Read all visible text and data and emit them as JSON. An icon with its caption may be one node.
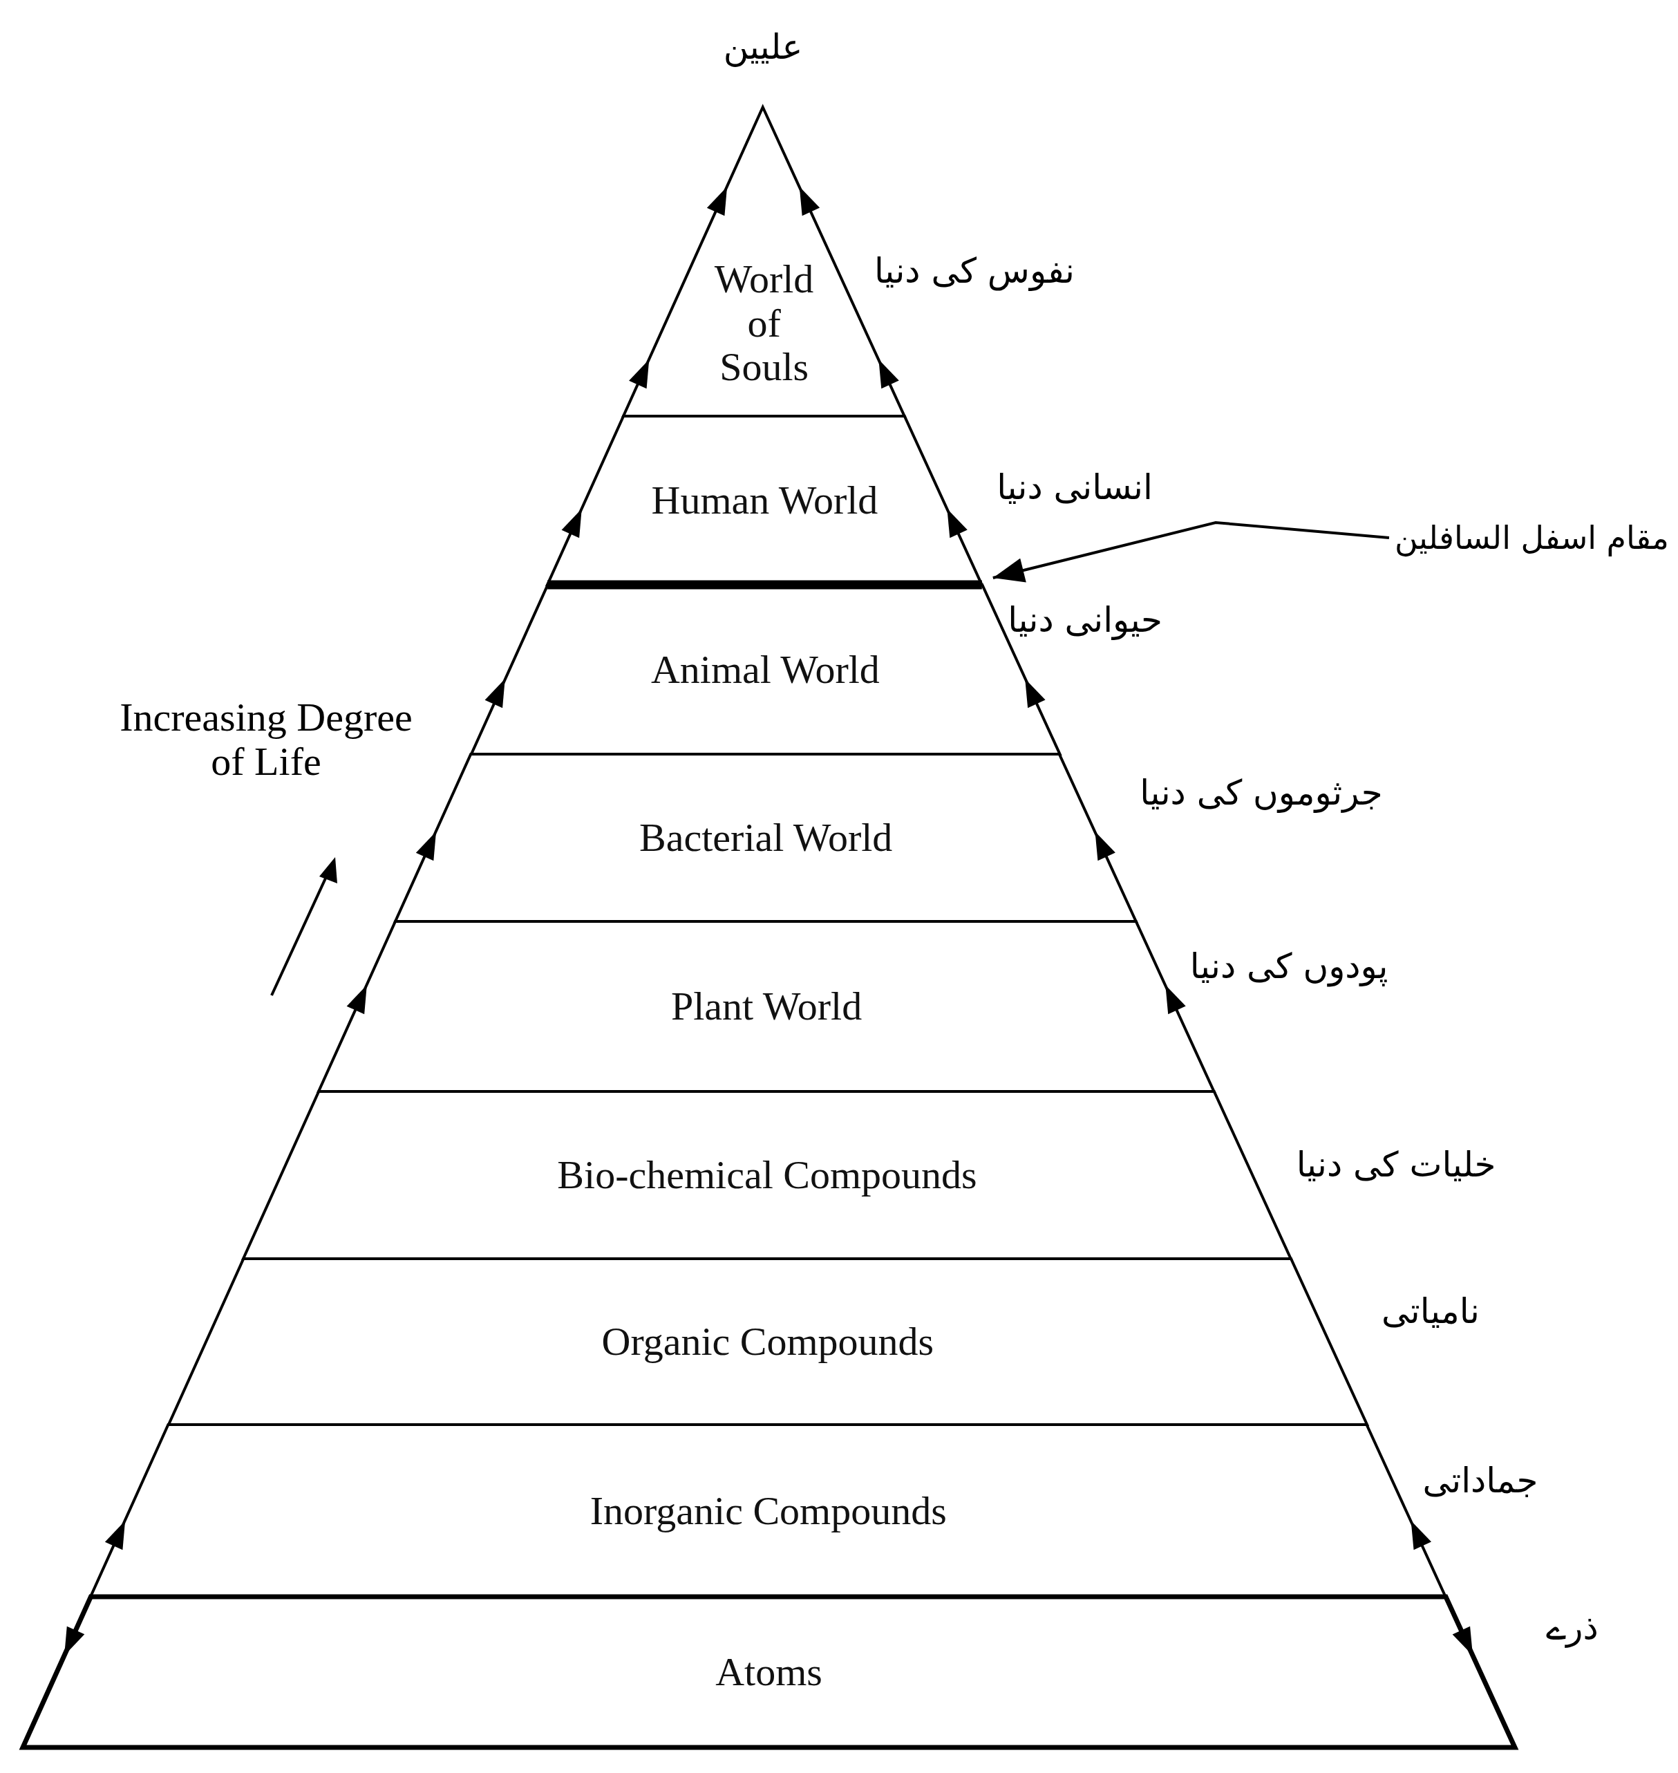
{
  "diagram": {
    "nodes": [
      {
        "text": [
          "World of Souls"
        ]
      },
      {
        "text": [
          "Human World"
        ]
      },
      {
        "text": [
          "Animal World"
        ]
      },
      {
        "text": [
          "Bacterial World"
        ]
      },
      {
        "text": [
          "Plant World"
        ]
      },
      {
        "text": [
          "Bio-chemical Compounds"
        ]
      },
      {
        "text": [
          "Organic Compounds"
        ]
      },
      {
        "text": [
          "Inorganic Compounds"
        ]
      },
      {
        "text": [
          "Atoms"
        ]
      },
      {
        "text": [
          "مقام اسفل السافلین"
        ]
      },
      {
        "text": [],
        "shape": "bar"
      }
    ],
    "edges": [
      {
        "from": 9,
        "to": 10,
        "arrow": "to"
      }
    ],
    "labels": [
      "علیین",
      "نفوس کی دنیا",
      "انسانی دنیا",
      "حیوانی دنیا",
      "Increasing Degree of Life",
      "جرثوموں کی دنیا",
      "پودوں کی دنیا",
      "خلیات کی دنیا",
      "نامیاتی",
      "جماداتی",
      "ذرے"
    ]
  }
}
